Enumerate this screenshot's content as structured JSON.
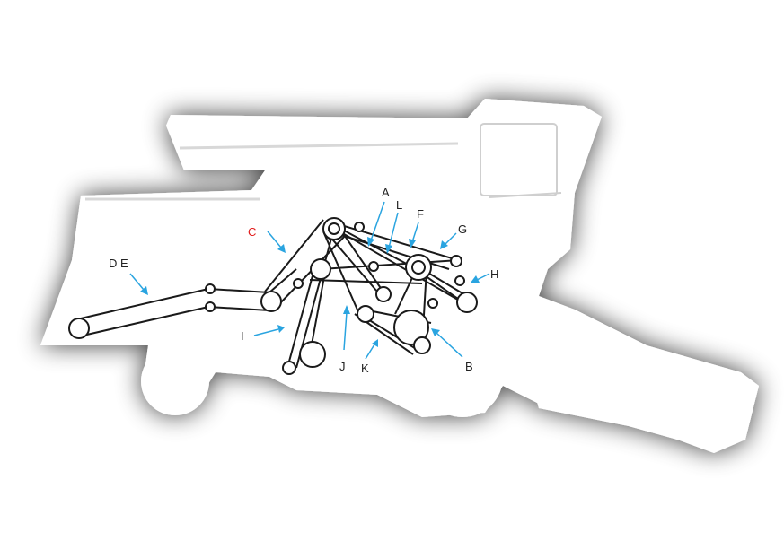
{
  "colors": {
    "silhouette": "#ffffff",
    "shadow": "#9a9a9a",
    "belt": "#1a1a1a",
    "arrow": "#2aa4e0",
    "label": "#222222",
    "highlight_label": "#e21b1b"
  },
  "labels": {
    "A": "A",
    "B": "B",
    "C": "C",
    "DE": "D E",
    "F": "F",
    "G": "G",
    "H": "H",
    "I": "I",
    "J": "J",
    "K": "K",
    "L": "L"
  },
  "highlighted_label": "C"
}
